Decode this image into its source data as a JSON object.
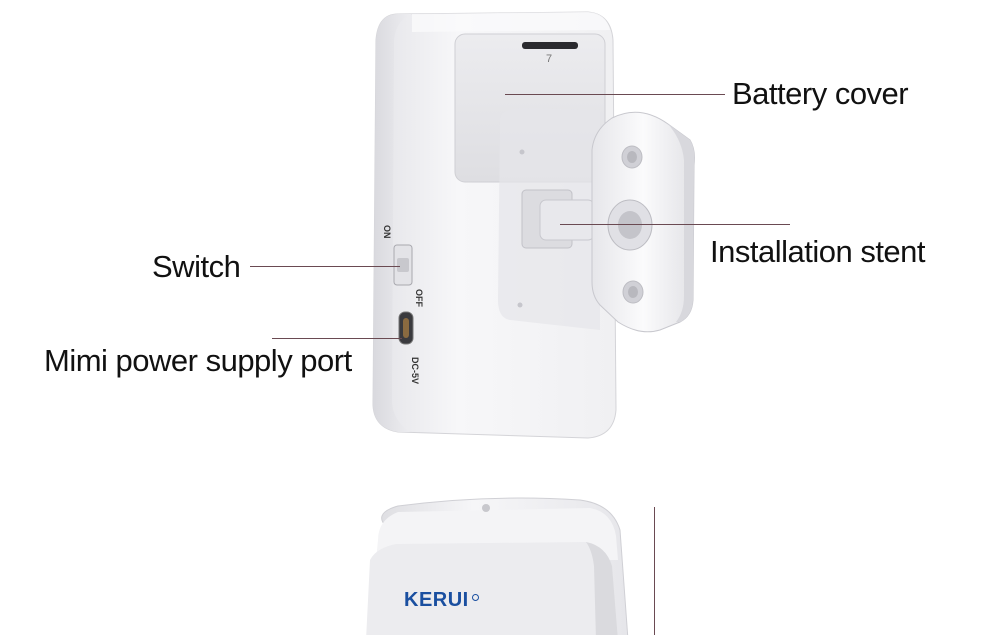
{
  "callouts": {
    "battery_cover": "Battery cover",
    "installation_stent": "Installation stent",
    "switch": "Switch",
    "power_port": "Mimi power supply port"
  },
  "device_print": {
    "switch_on": "ON",
    "switch_off": "OFF",
    "port_label": "DC-5V",
    "cover_mark": "7"
  },
  "brand": {
    "logo_text": "KERUI",
    "logo_color": "#1a4fa0"
  },
  "colors": {
    "device_body": "#f2f2f4",
    "leader_line": "#6a4a52"
  }
}
